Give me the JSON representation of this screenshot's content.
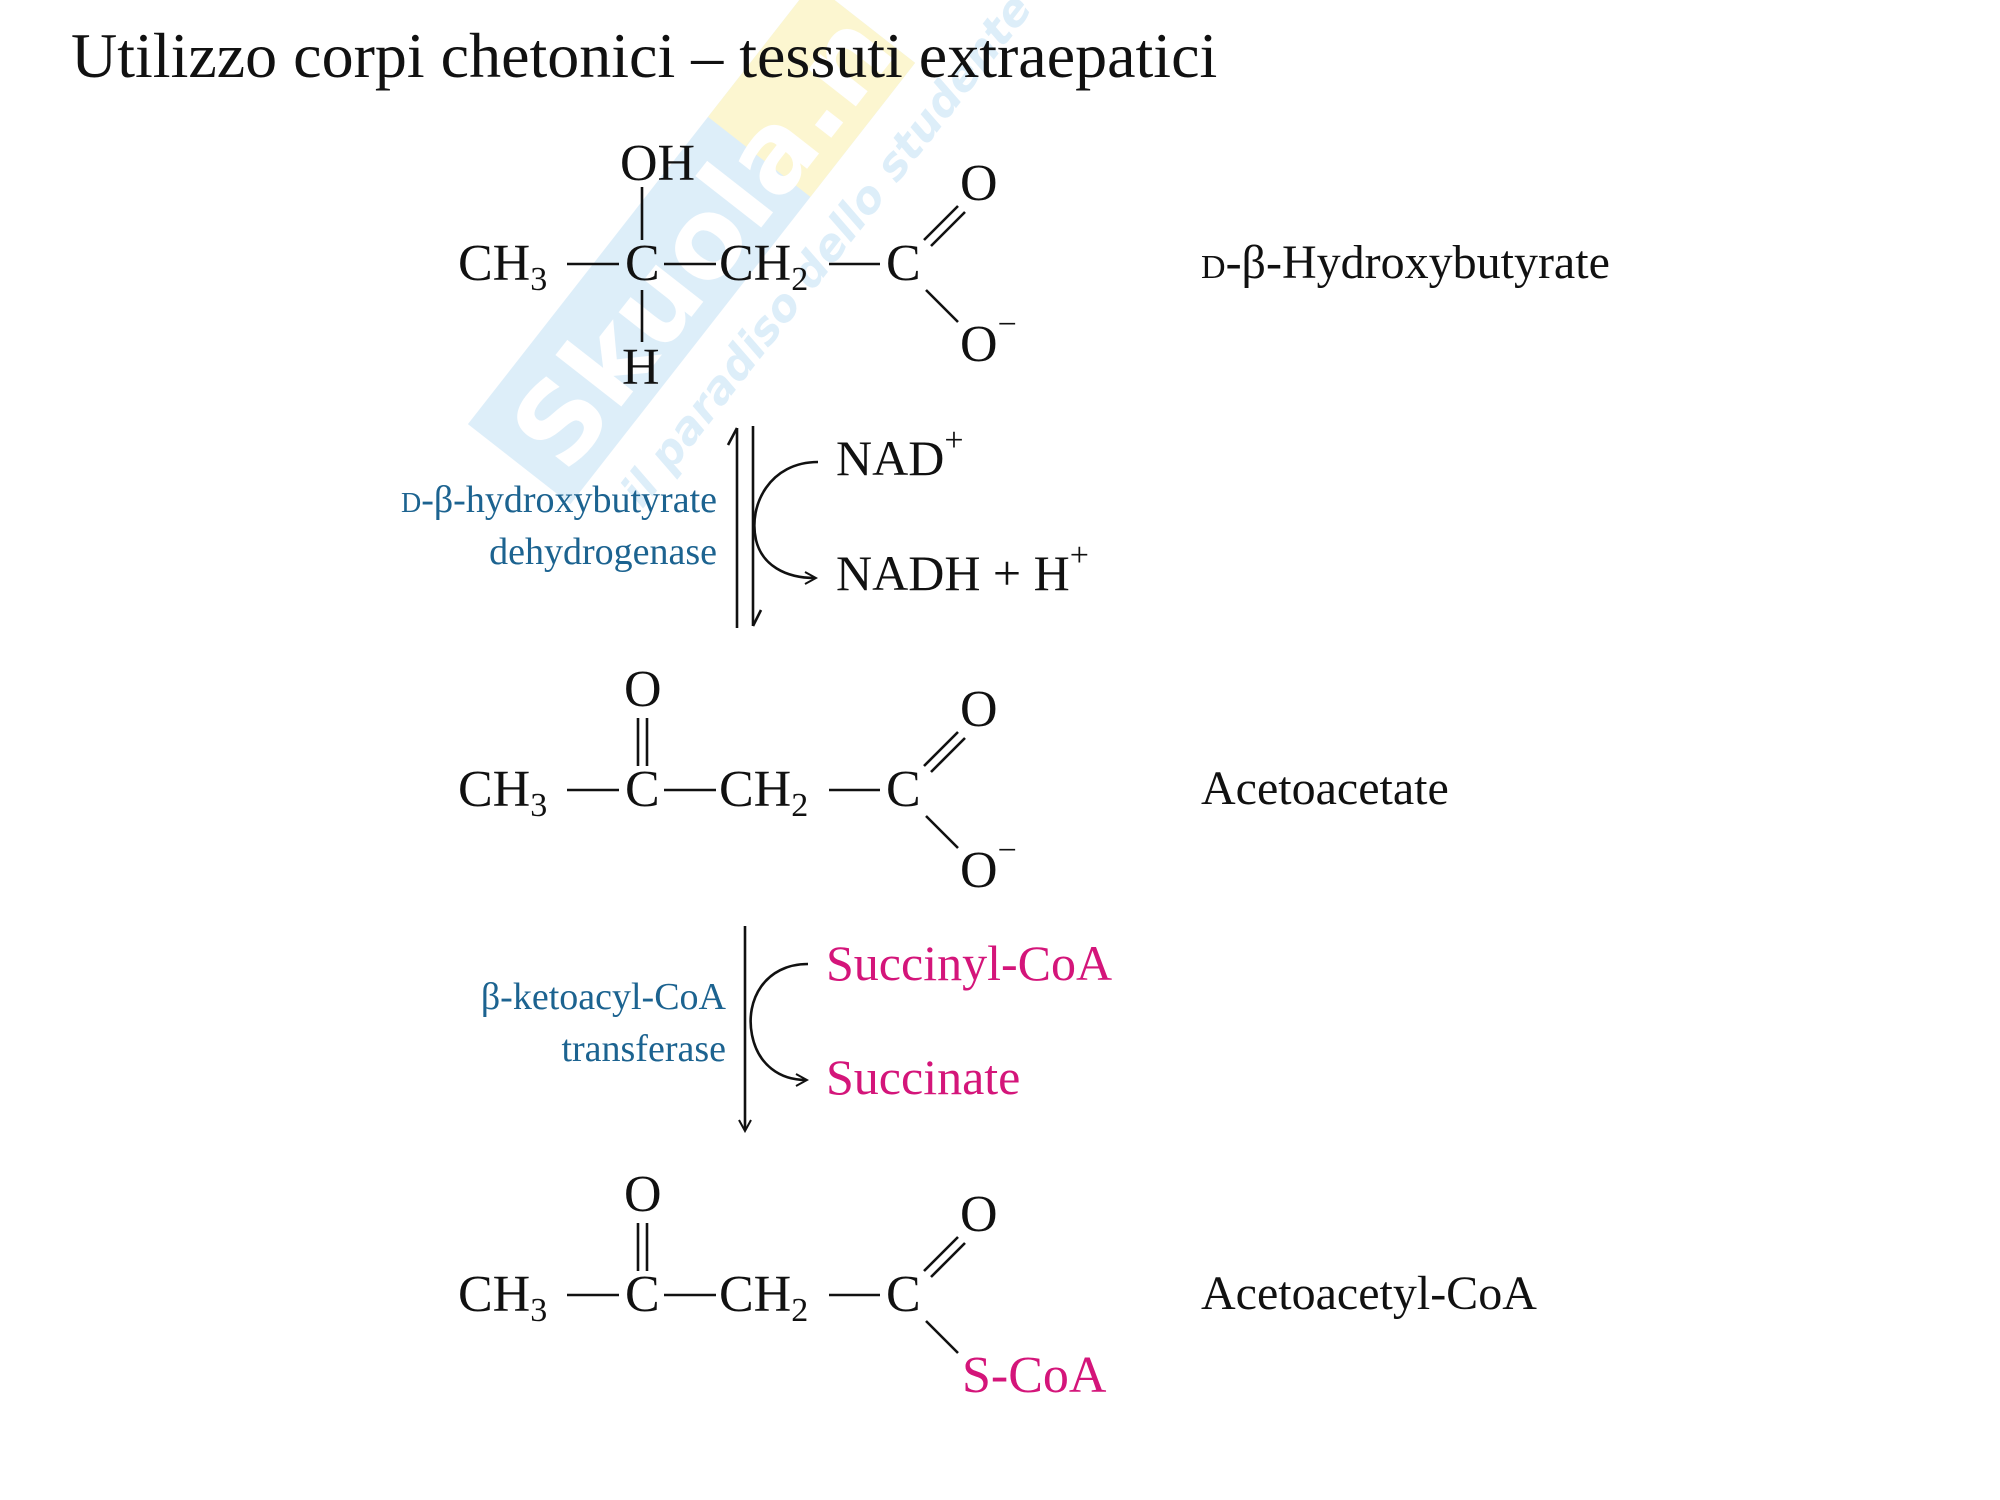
{
  "title": "Utilizzo corpi chetonici – tessuti extraepatici",
  "watermark": {
    "brand": "Skuola.net",
    "tagline": "il paradiso dello studente"
  },
  "atoms": {
    "ch3": "CH",
    "ch3_sub": "3",
    "c": "C",
    "ch2": "CH",
    "ch2_sub": "2",
    "o": "O",
    "minus": "−",
    "oh": "OH",
    "h": "H",
    "scoa": "S-CoA"
  },
  "compounds": [
    {
      "name_prefix": "D",
      "name_rest": "-β-Hydroxybutyrate"
    },
    {
      "name": "Acetoacetate"
    },
    {
      "name": "Acetoacetyl-CoA"
    }
  ],
  "steps": [
    {
      "enzyme_line1_prefix": "D",
      "enzyme_line1_rest": "-β-hydroxybutyrate",
      "enzyme_line2": "dehydrogenase",
      "in": "NAD",
      "in_sup": "+",
      "out": "NADH + H",
      "out_sup": "+",
      "reversible": true
    },
    {
      "enzyme_line1": "β-ketoacyl-CoA",
      "enzyme_line2": "transferase",
      "in": "Succinyl-CoA",
      "out": "Succinate",
      "reversible": false
    }
  ],
  "colors": {
    "enzyme": "#1c6390",
    "coa": "#d4157a"
  }
}
